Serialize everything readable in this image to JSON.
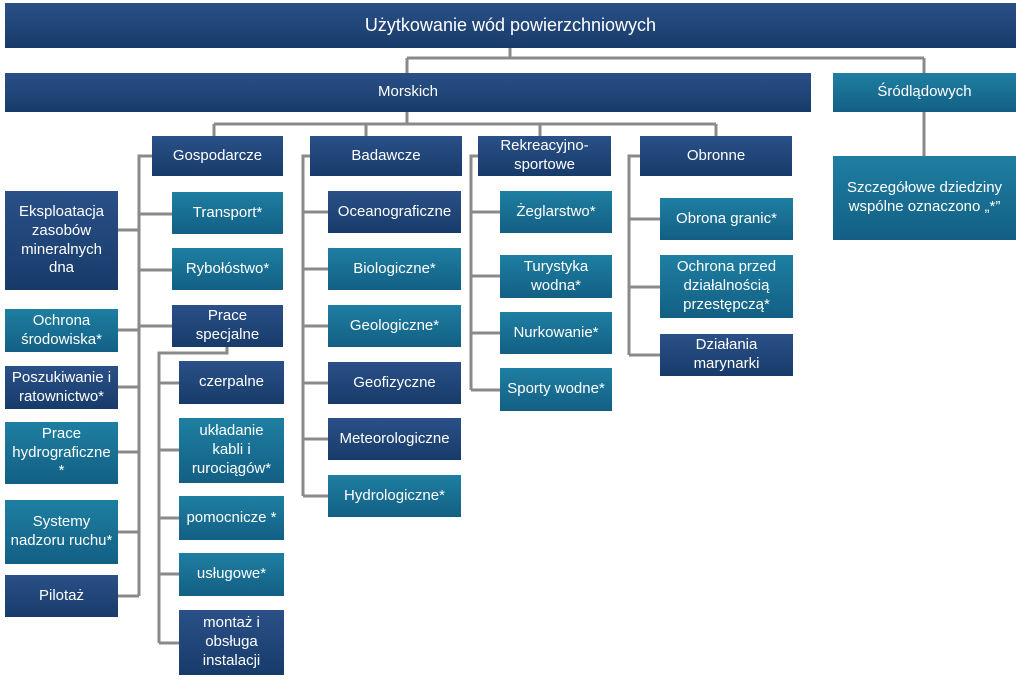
{
  "diagram": {
    "root": "Użytkowanie wód powierzchniowych",
    "marine": "Morskich",
    "inland": "Śródlądowych",
    "inland_note": "Szczegółowe dziedziny wspólne oznaczono „*”",
    "gospodarcze": {
      "title": "Gospodarcze",
      "left": [
        "Eksploatacja zasobów mineralnych dna",
        "Ochrona środowiska*",
        "Poszukiwanie i ratownictwo*",
        "Prace hydrograficzne *",
        "Systemy nadzoru ruchu*",
        "Pilotaż"
      ],
      "right": [
        "Transport*",
        "Rybołóstwo*",
        "Prace specjalne"
      ],
      "special": [
        "czerpalne",
        "układanie kabli i rurociągów*",
        "pomocnicze *",
        "usługowe*",
        "montaż i obsługa instalacji"
      ]
    },
    "badawcze": {
      "title": "Badawcze",
      "items": [
        "Oceanograficzne",
        "Biologiczne*",
        "Geologiczne*",
        "Geofizyczne",
        "Meteorologiczne",
        "Hydrologiczne*"
      ]
    },
    "rekreacyjno": {
      "title": "Rekreacyjno-sportowe",
      "items": [
        "Żeglarstwo*",
        "Turystyka wodna*",
        "Nurkowanie*",
        "Sporty wodne*"
      ]
    },
    "obronne": {
      "title": "Obronne",
      "items": [
        "Obrona granic*",
        "Ochrona przed działalnością przestępczą*",
        "Działania marynarki"
      ]
    }
  }
}
